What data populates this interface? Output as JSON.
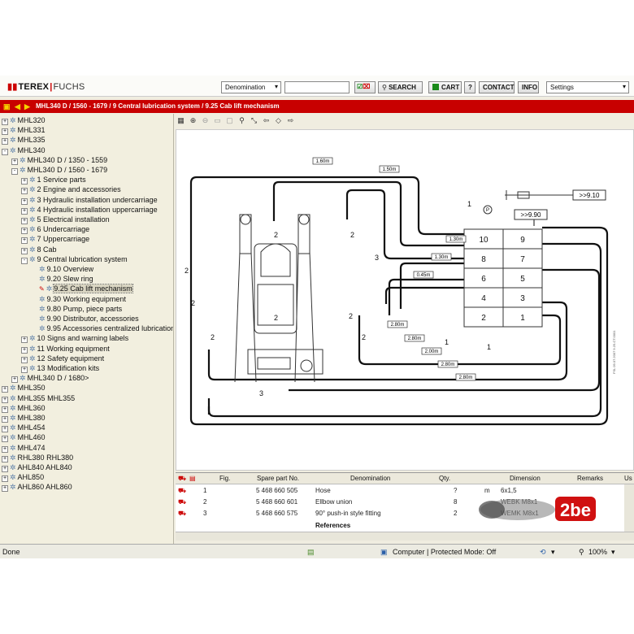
{
  "brand": {
    "terex": "TEREX",
    "fuchs": "FUCHS"
  },
  "toolbar": {
    "denomination_select": "Denomination",
    "search_label": "SEARCH",
    "cart_label": "CART",
    "help_label": "?",
    "contact_label": "CONTACT",
    "info_label": "INFO",
    "settings_select": "Settings"
  },
  "breadcrumb": "MHL340 D / 1560 - 1679 / 9 Central lubrication system / 9.25 Cab lift mechanism",
  "tree": [
    {
      "label": "MHL320",
      "pm": "+"
    },
    {
      "label": "MHL331",
      "pm": "+"
    },
    {
      "label": "MHL335",
      "pm": "+"
    },
    {
      "label": "MHL340",
      "pm": "-"
    },
    {
      "label": "MHL340 D / 1350 - 1559",
      "pm": "+"
    },
    {
      "label": "MHL340 D / 1560 - 1679",
      "pm": "-"
    },
    {
      "label": "1 Service parts",
      "pm": "+"
    },
    {
      "label": "2 Engine and accessories",
      "pm": "+"
    },
    {
      "label": "3 Hydraulic installation undercarriage",
      "pm": "+"
    },
    {
      "label": "4 Hydraulic installation uppercarriage",
      "pm": "+"
    },
    {
      "label": "5 Electrical installation",
      "pm": "+"
    },
    {
      "label": "6 Undercarriage",
      "pm": "+"
    },
    {
      "label": "7 Uppercarriage",
      "pm": "+"
    },
    {
      "label": "8 Cab",
      "pm": "+"
    },
    {
      "label": "9 Central lubrication system",
      "pm": "-"
    },
    {
      "label": "9.10 Overview",
      "pm": ""
    },
    {
      "label": "9.20 Slew ring",
      "pm": ""
    },
    {
      "label": "9.25 Cab lift mechanism",
      "pm": ""
    },
    {
      "label": "9.30 Working equipment",
      "pm": ""
    },
    {
      "label": "9.80 Pump, piece parts",
      "pm": ""
    },
    {
      "label": "9.90 Distributor, accessories",
      "pm": ""
    },
    {
      "label": "9.95 Accessories centralized lubrication",
      "pm": ""
    },
    {
      "label": "10 Signs and warning labels",
      "pm": "+"
    },
    {
      "label": "11 Working equipment",
      "pm": "+"
    },
    {
      "label": "12 Safety equipment",
      "pm": "+"
    },
    {
      "label": "13 Modification kits",
      "pm": "+"
    },
    {
      "label": "MHL340 D / 1680>",
      "pm": "+"
    },
    {
      "label": "MHL350",
      "pm": "+"
    },
    {
      "label": "MHL355 MHL355",
      "pm": "+"
    },
    {
      "label": "MHL360",
      "pm": "+"
    },
    {
      "label": "MHL380",
      "pm": "+"
    },
    {
      "label": "MHL454",
      "pm": "+"
    },
    {
      "label": "MHL460",
      "pm": "+"
    },
    {
      "label": "MHL474",
      "pm": "+"
    },
    {
      "label": "RHL380 RHL380",
      "pm": "+"
    },
    {
      "label": "AHL840 AHL840",
      "pm": "+"
    },
    {
      "label": "AHL850",
      "pm": "+"
    },
    {
      "label": "AHL860 AHL860",
      "pm": "+"
    }
  ],
  "diagram": {
    "ref_a": ">>9.10",
    "ref_b": ">>9.90",
    "label_p": "P",
    "distributor": [
      "10",
      "9",
      "8",
      "7",
      "6",
      "5",
      "4",
      "3",
      "2",
      "1"
    ],
    "hose_lengths": [
      "1.60m",
      "1.50m",
      "1.30m",
      "1.30m",
      "0.45m",
      "2.80m",
      "2.80m",
      "2.00m",
      "2.80m",
      "2.80m"
    ],
    "callout_1": "1",
    "callout_2": "2",
    "callout_3": "3",
    "side_code": "FSL 09.07.2007 9.25-CT.0001"
  },
  "parts": {
    "headers": [
      "Fig.",
      "Spare part No.",
      "Denomination",
      "Qty.",
      "Dimension",
      "Remarks",
      "Us"
    ],
    "rows": [
      {
        "fig": "1",
        "no": "5 468 660 505",
        "name": "Hose",
        "qty": "?",
        "unit": "m",
        "dim": "6x1,5"
      },
      {
        "fig": "2",
        "no": "5 468 660 601",
        "name": "Ellbow union",
        "qty": "8",
        "unit": "",
        "dim": "WEBK M8x1"
      },
      {
        "fig": "3",
        "no": "5 468 660 575",
        "name": "90° push-in style fitting",
        "qty": "2",
        "unit": "",
        "dim": "WEMK M8x1"
      }
    ],
    "references": "References"
  },
  "status": {
    "done": "Done",
    "zone": "Computer | Protected Mode: Off",
    "zoom": "100%"
  },
  "watermark": "2be",
  "colors": {
    "red_bar": "#c80000",
    "sidebar_bg": "#f2efdf",
    "accent_green": "#1a8a1a"
  }
}
